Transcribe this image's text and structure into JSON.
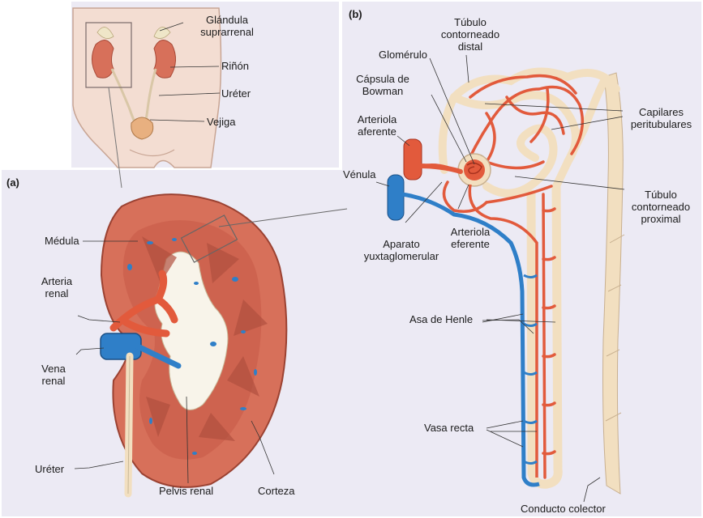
{
  "panels": {
    "a": "(a)",
    "b": "(b)"
  },
  "body_labels": {
    "adrenal": "Glándula\nsuprarrenal",
    "kidney": "Riñón",
    "ureter": "Uréter",
    "bladder": "Vejiga"
  },
  "kidney_labels": {
    "medulla": "Médula",
    "renal_artery": "Arteria\nrenal",
    "renal_vein": "Vena\nrenal",
    "ureter": "Uréter",
    "renal_pelvis": "Pelvis renal",
    "cortex": "Corteza"
  },
  "nephron_labels": {
    "distal_tubule": "Túbulo\ncontorneado\ndistal",
    "glomerulus": "Glomérulo",
    "bowman": "Cápsula de\nBowman",
    "afferent": "Arteriola\naferente",
    "peritubular": "Capilares\nperitubulares",
    "venule": "Vénula",
    "proximal_tubule": "Túbulo\ncontorneado\nproximal",
    "juxtaglomerular": "Aparato\nyuxtaglomerular",
    "efferent": "Arteriola\neferente",
    "henle": "Asa de Henle",
    "vasa_recta": "Vasa recta",
    "collecting_duct": "Conducto colector"
  },
  "colors": {
    "panel_bg": "#eceaf4",
    "body_skin": "#f3ddd2",
    "kidney_red": "#d7705a",
    "artery_red": "#e25a3c",
    "vein_blue": "#2f7fc8",
    "tubule_cream": "#f2dfc0",
    "pelvis_white": "#f8f4ea"
  }
}
